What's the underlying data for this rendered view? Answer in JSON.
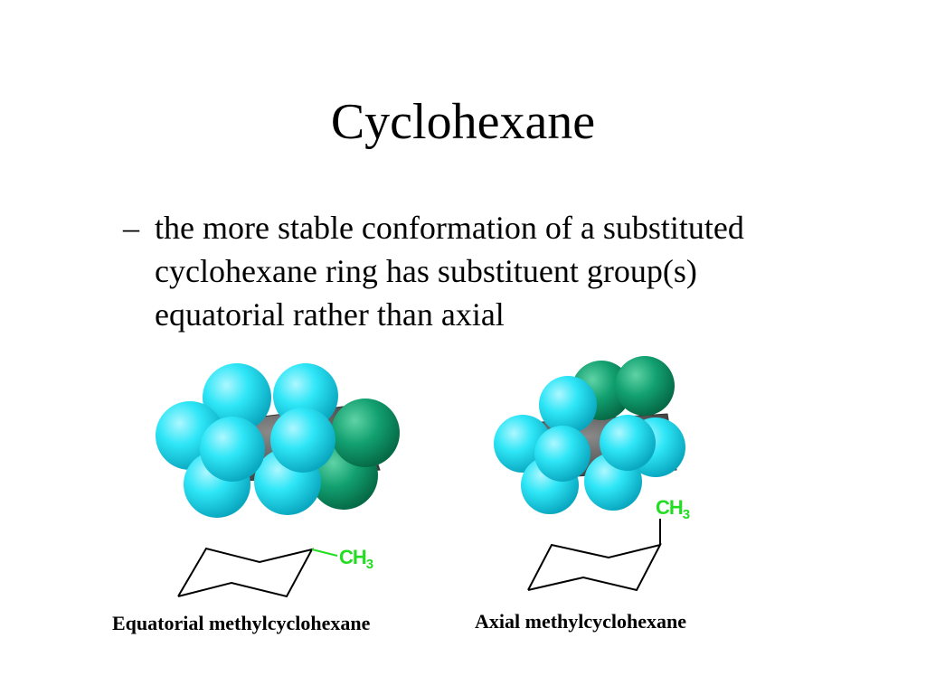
{
  "slide": {
    "title": "Cyclohexane",
    "bullet_marker": "–",
    "bullet_text": "the more stable conformation of a substituted cyclohexane ring has substituent group(s) equatorial rather than axial"
  },
  "figures": {
    "equatorial": {
      "substituent_label": "CH",
      "substituent_subscript": "3",
      "caption": "Equatorial methylcyclohexane"
    },
    "axial": {
      "substituent_label": "CH",
      "substituent_subscript": "3",
      "caption": "Axial methylcyclohexane"
    }
  },
  "colors": {
    "hydrogen": "#1fdff0",
    "carbon": "#5a5a5a",
    "methyl_group": "#0f9a6b",
    "substituent_label": "#22dd22"
  }
}
